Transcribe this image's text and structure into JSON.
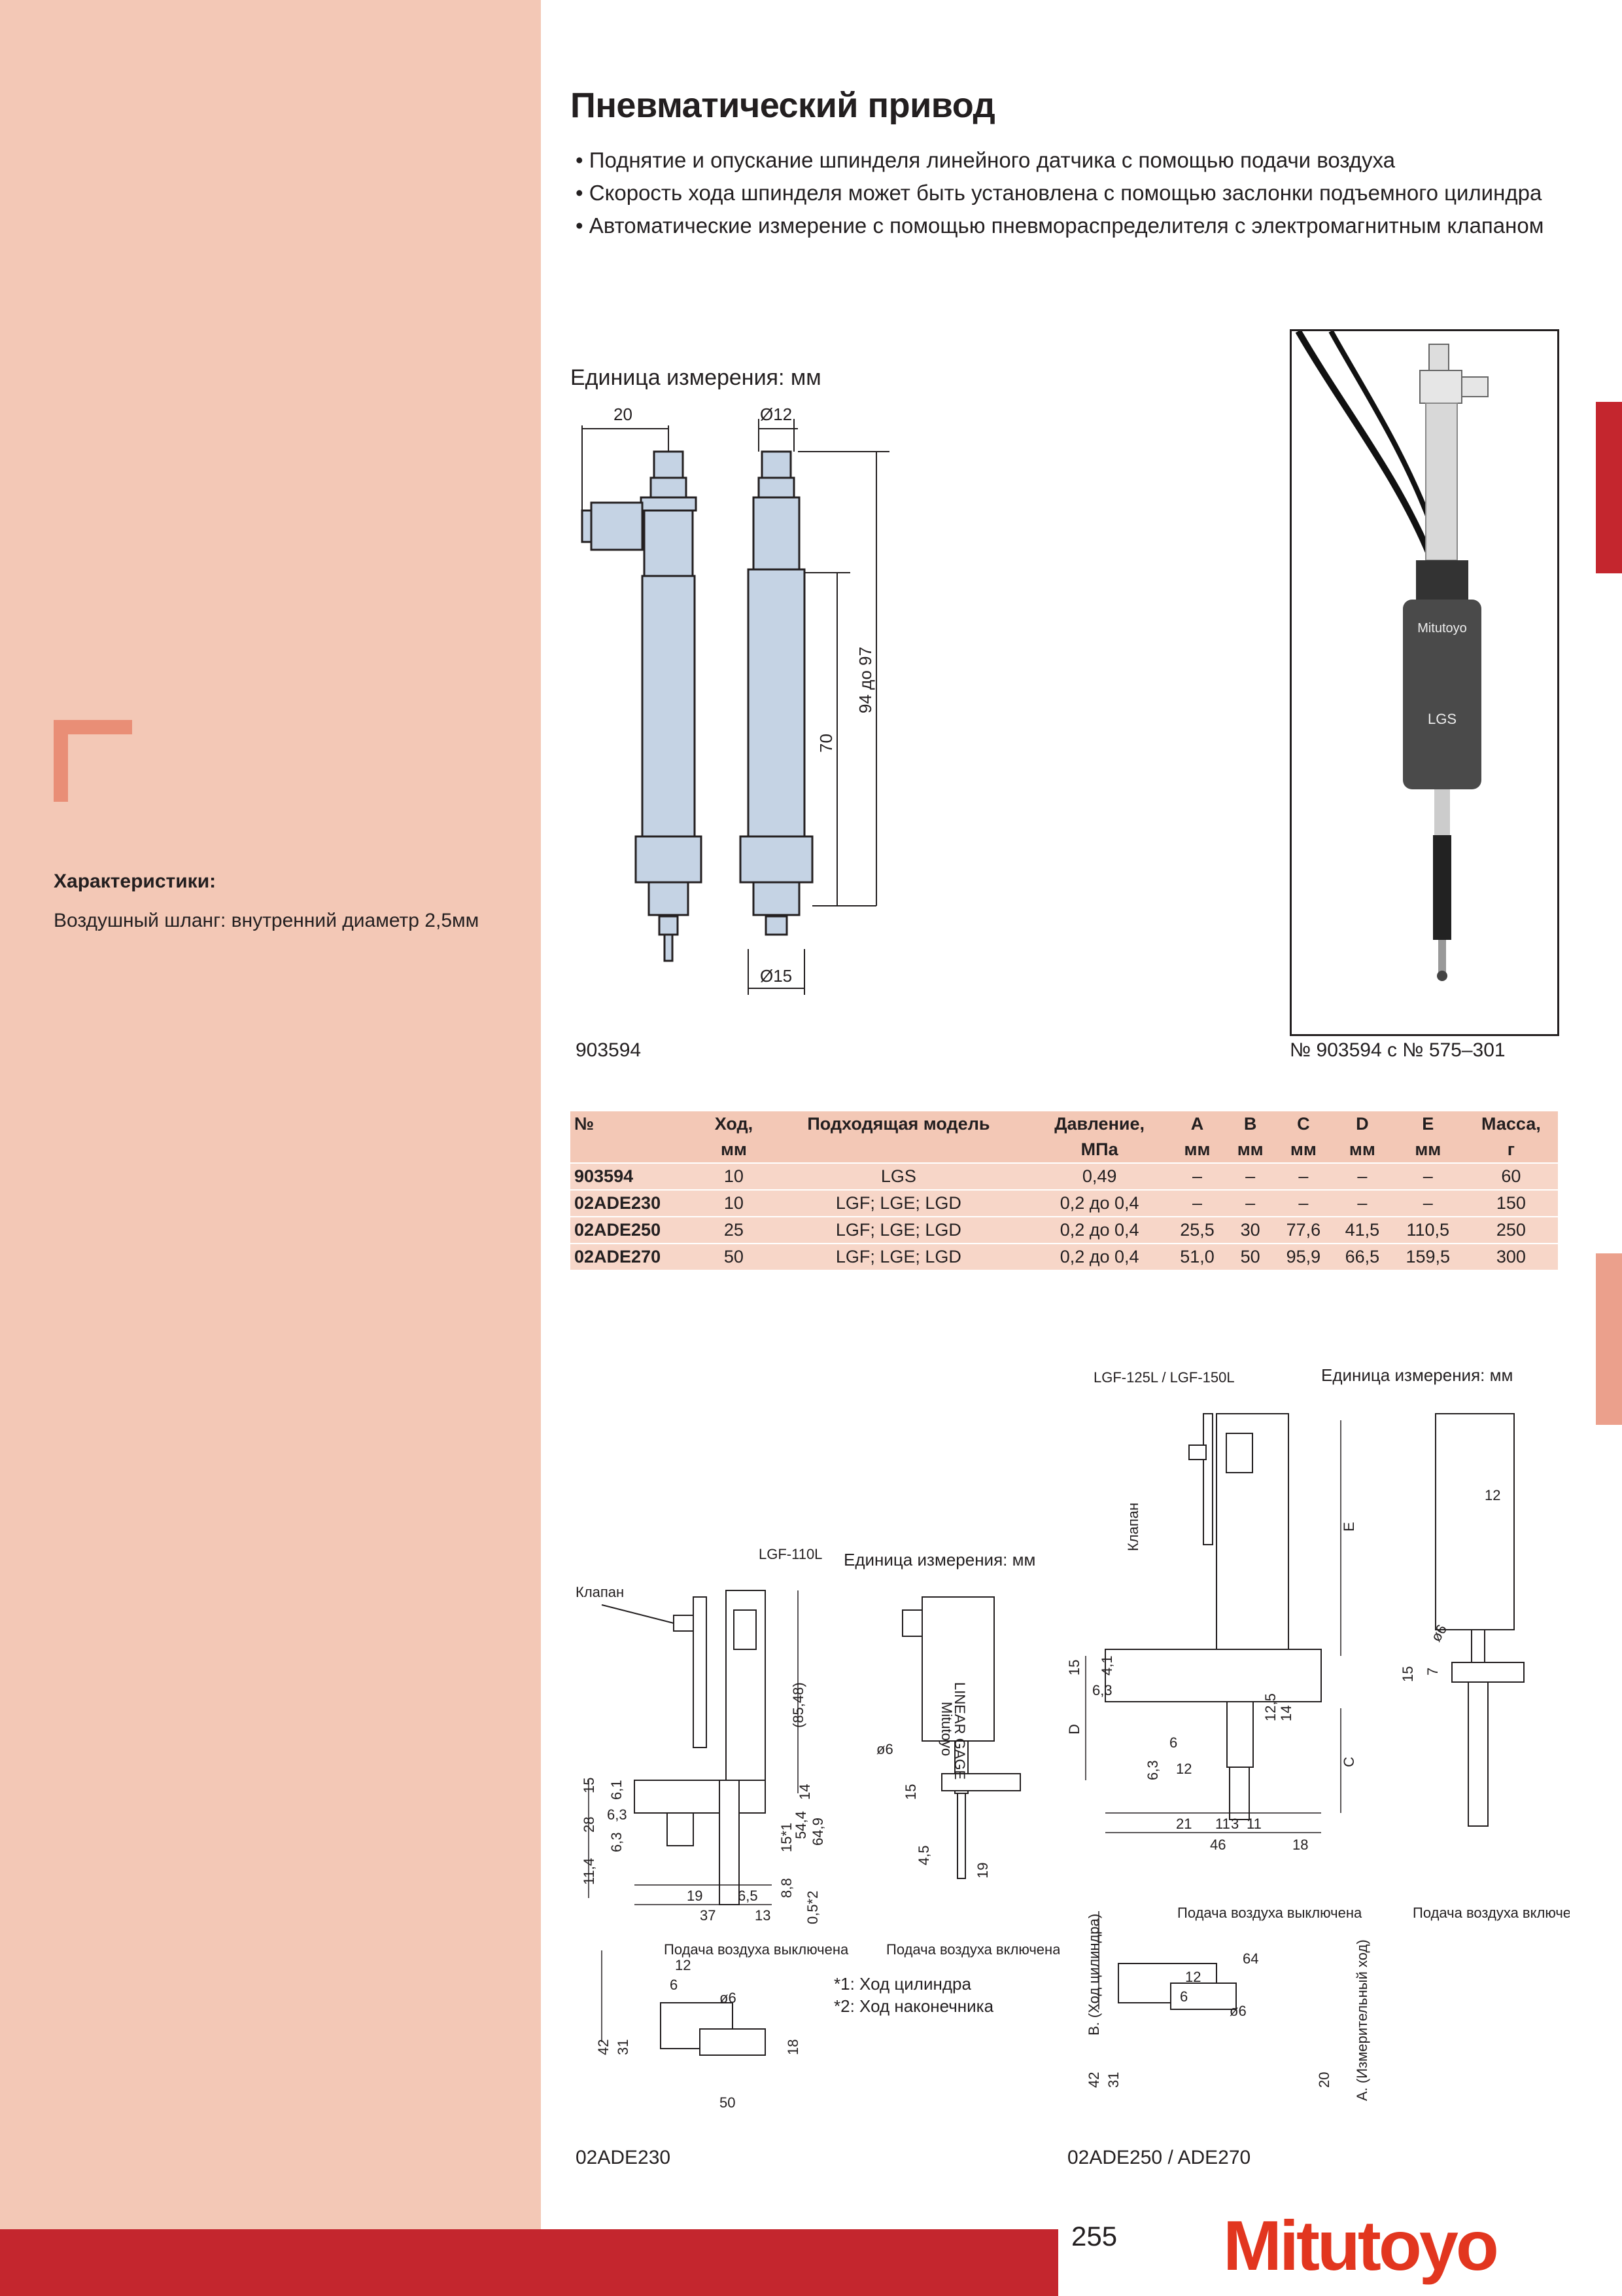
{
  "sidebar": {
    "characteristics_title": "Характеристики:",
    "characteristics_text": "Воздушный шланг: внутренний диаметр 2,5мм"
  },
  "header": {
    "title": "Пневматический привод",
    "bullets": [
      "Поднятие и опускание шпинделя линейного датчика с помощью подачи воздуха",
      "Скорость хода шпинделя может быть установлена с помощью заслонки подъемного цилиндра",
      "Автоматические измерение с помощью пневмораспределителя с электромагнитным клапаном"
    ]
  },
  "drawing1": {
    "unit_label": "Единица измерения: мм",
    "dim_20": "20",
    "dim_d12": "Ø12",
    "dim_70": "70",
    "dim_94_97": "94 до 97",
    "dim_d15": "Ø15",
    "caption": "903594"
  },
  "photo": {
    "caption": "№ 903594 с № 575–301",
    "brand_label": "Mitutoyo",
    "model_label": "LGS"
  },
  "table": {
    "headers": [
      "№",
      "Ход,",
      "Подходящая модель",
      "Давление,",
      "A",
      "B",
      "C",
      "D",
      "E",
      "Масса,"
    ],
    "units": [
      "",
      "мм",
      "",
      "МПа",
      "мм",
      "мм",
      "мм",
      "мм",
      "мм",
      "г"
    ],
    "rows": [
      [
        "903594",
        "10",
        "LGS",
        "0,49",
        "–",
        "–",
        "–",
        "–",
        "–",
        "60"
      ],
      [
        "02ADE230",
        "10",
        "LGF; LGE; LGD",
        "0,2 до 0,4",
        "–",
        "–",
        "–",
        "–",
        "–",
        "150"
      ],
      [
        "02ADE250",
        "25",
        "LGF; LGE; LGD",
        "0,2 до 0,4",
        "25,5",
        "30",
        "77,6",
        "41,5",
        "110,5",
        "250"
      ],
      [
        "02ADE270",
        "50",
        "LGF; LGE; LGD",
        "0,2 до 0,4",
        "51,0",
        "50",
        "95,9",
        "66,5",
        "159,5",
        "300"
      ]
    ]
  },
  "drawing2": {
    "unit_label": "Единица измерения: мм",
    "model_label": "LGF-110L",
    "valve_label": "Клапан",
    "brand_label": "Mitutoyo",
    "gage_label": "LINEAR GAGE",
    "air_off": "Подача воздуха выключена",
    "air_on": "Подача воздуха включена",
    "note1": "*1: Ход цилиндра",
    "note2": "*2: Ход наконечника",
    "caption": "02ADE230",
    "dims": [
      "(85,48)",
      "15",
      "6,1",
      "6,3",
      "28",
      "6,3",
      "11,4",
      "19",
      "37",
      "6,5",
      "13",
      "0,5*2",
      "8,8",
      "15*1",
      "54,4",
      "64,9",
      "14",
      "15",
      "ø6",
      "4,5",
      "19",
      "12",
      "6",
      "ø6",
      "42",
      "31",
      "18",
      "50"
    ]
  },
  "drawing3": {
    "unit_label": "Единица измерения: мм",
    "model_label": "LGF-125L / LGF-150L",
    "valve_label": "Клапан",
    "air_off": "Подача воздуха выключена",
    "air_on": "Подача воздуха включена",
    "stroke_b": "B. (Ход цилиндра)",
    "stroke_a": "A. (Измерительный ход)",
    "caption": "02ADE250 / ADE270",
    "dims": [
      "E",
      "15",
      "4,1",
      "6,3",
      "D",
      "6",
      "6,3",
      "12",
      "21",
      "11",
      "3",
      "11",
      "46",
      "18",
      "12,5",
      "14",
      "C",
      "12",
      "ø6",
      "15",
      "7",
      "64",
      "12",
      "6",
      "ø6",
      "42",
      "31",
      "20"
    ]
  },
  "footer": {
    "page_number": "255",
    "logo": "Mitutoyo"
  }
}
